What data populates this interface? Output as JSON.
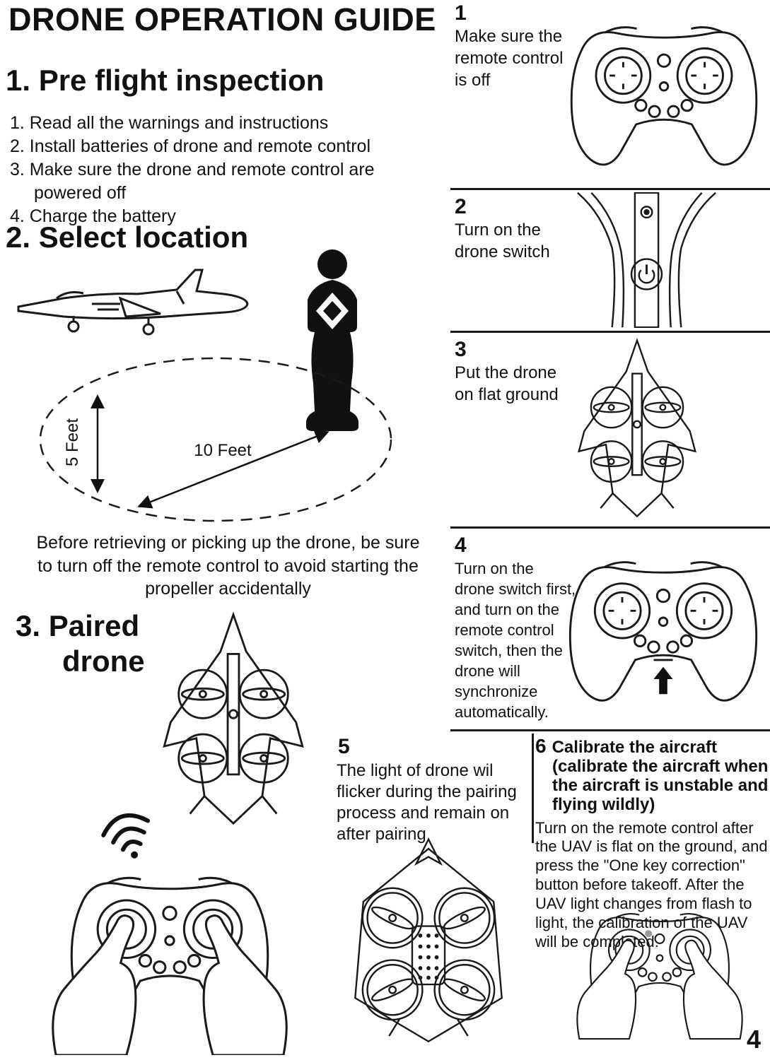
{
  "page": {
    "title": "DRONE OPERATION GUIDE",
    "page_number": "4"
  },
  "preflight": {
    "heading": "1. Pre flight inspection",
    "items": [
      "1. Read all the warnings and instructions",
      "2. Install batteries of drone and remote control",
      "3. Make sure the drone and remote control are powered off",
      "4. Charge the battery"
    ]
  },
  "location": {
    "heading": "2. Select location",
    "height_label": "5 Feet",
    "distance_label": "10 Feet",
    "caption": "Before retrieving or picking up the drone, be sure to turn off the remote control to avoid starting the propeller accidentally"
  },
  "paired": {
    "heading_line1": "3. Paired",
    "heading_line2": "drone"
  },
  "steps": [
    {
      "number": "1",
      "text": "Make sure the remote control is off"
    },
    {
      "number": "2",
      "text": "Turn on the drone switch"
    },
    {
      "number": "3",
      "text": "Put the drone on flat ground"
    },
    {
      "number": "4",
      "text": "Turn on the drone switch first, and turn on the remote control switch, then the drone will synchronize automatically."
    },
    {
      "number": "5",
      "text": "The light of drone wil flicker during the pairing process and remain on after pairing"
    },
    {
      "number": "6",
      "heading": "Calibrate the aircraft",
      "subheading": "(calibrate the aircraft when the aircraft is unstable and flying wildly)",
      "text": "Turn on the remote control after the UAV is flat on the ground, and press the \"One key correction\" button before takeoff. After the UAV light changes from flash to light, the calibration of the UAV will be completed."
    }
  ]
}
